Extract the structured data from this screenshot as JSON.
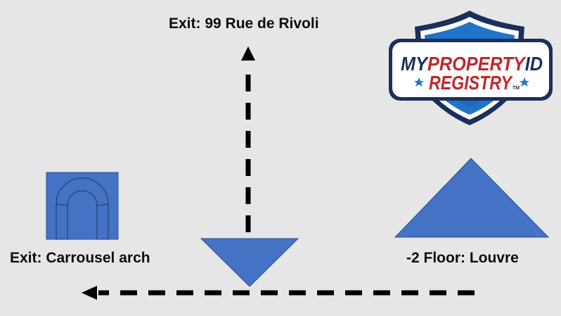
{
  "labels": {
    "exit_top": "Exit: 99 Rue de Rivoli",
    "exit_left": "Exit: Carrousel arch",
    "floor_right": "-2 Floor: Louvre"
  },
  "logo": {
    "line1_dark": "MY",
    "line1_red": "PROPERTY",
    "line1_end": "ID",
    "line2": "REGISTRY",
    "trademark": "TM"
  },
  "colors": {
    "shape_blue": "#4472c4",
    "shape_border": "#2f528f",
    "arrow": "#000000",
    "background": "#e6e6e6",
    "logo_navy": "#1b2f5c",
    "logo_red": "#c0282d",
    "logo_blue": "#1f75c9"
  },
  "icons": {
    "arch": "arch-icon",
    "pyramid": "pyramid-icon",
    "inverted_pyramid": "inverted-pyramid-icon",
    "shield": "shield-logo-icon"
  }
}
